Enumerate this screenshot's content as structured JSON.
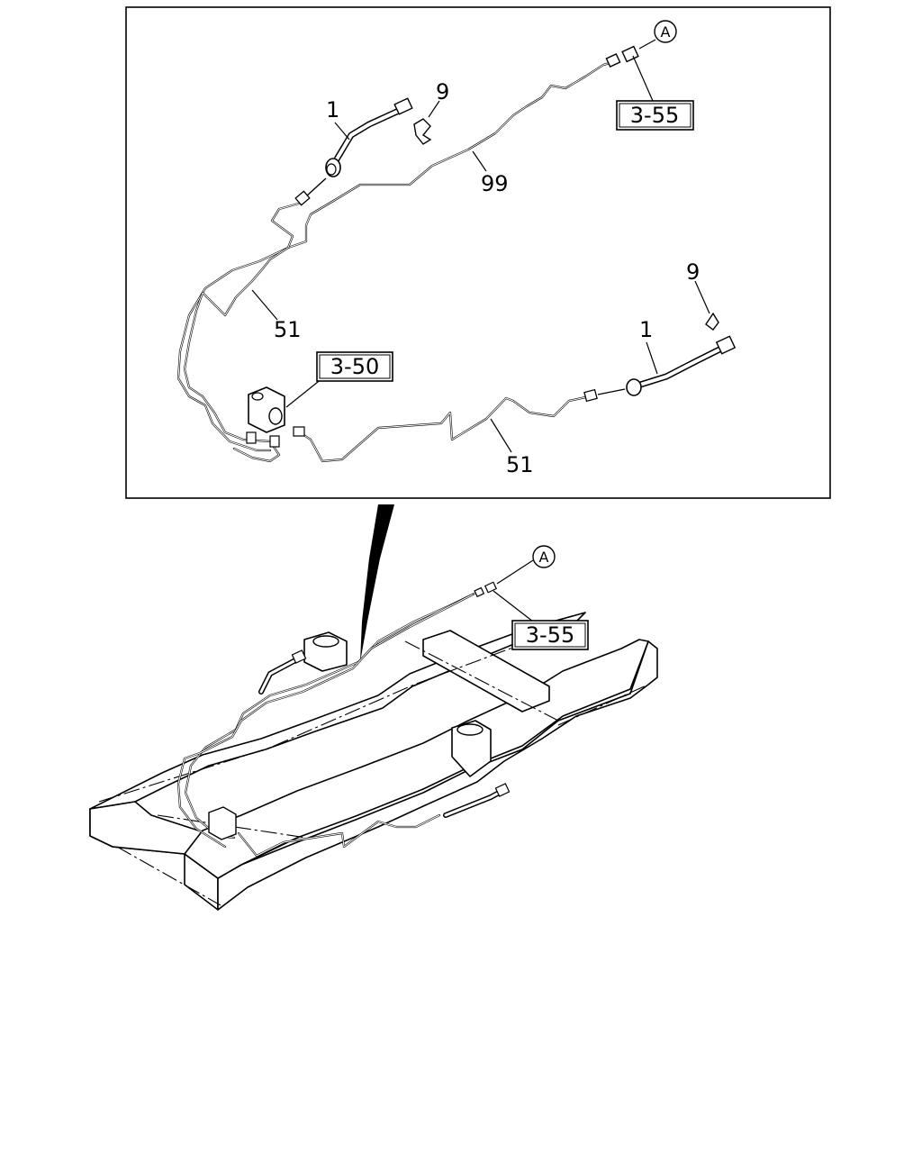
{
  "detail": {
    "callouts": {
      "hose_upper": "1",
      "clip_upper": "9",
      "pipe_99": "99",
      "pipe_51_upper": "51",
      "pipe_51_lower": "51",
      "clip_lower": "9",
      "hose_lower": "1"
    },
    "refs": {
      "valve_ref": "3-50",
      "connector_ref": "3-55"
    },
    "marker": "A"
  },
  "overview": {
    "refs": {
      "connector_ref": "3-55"
    },
    "marker": "A"
  }
}
